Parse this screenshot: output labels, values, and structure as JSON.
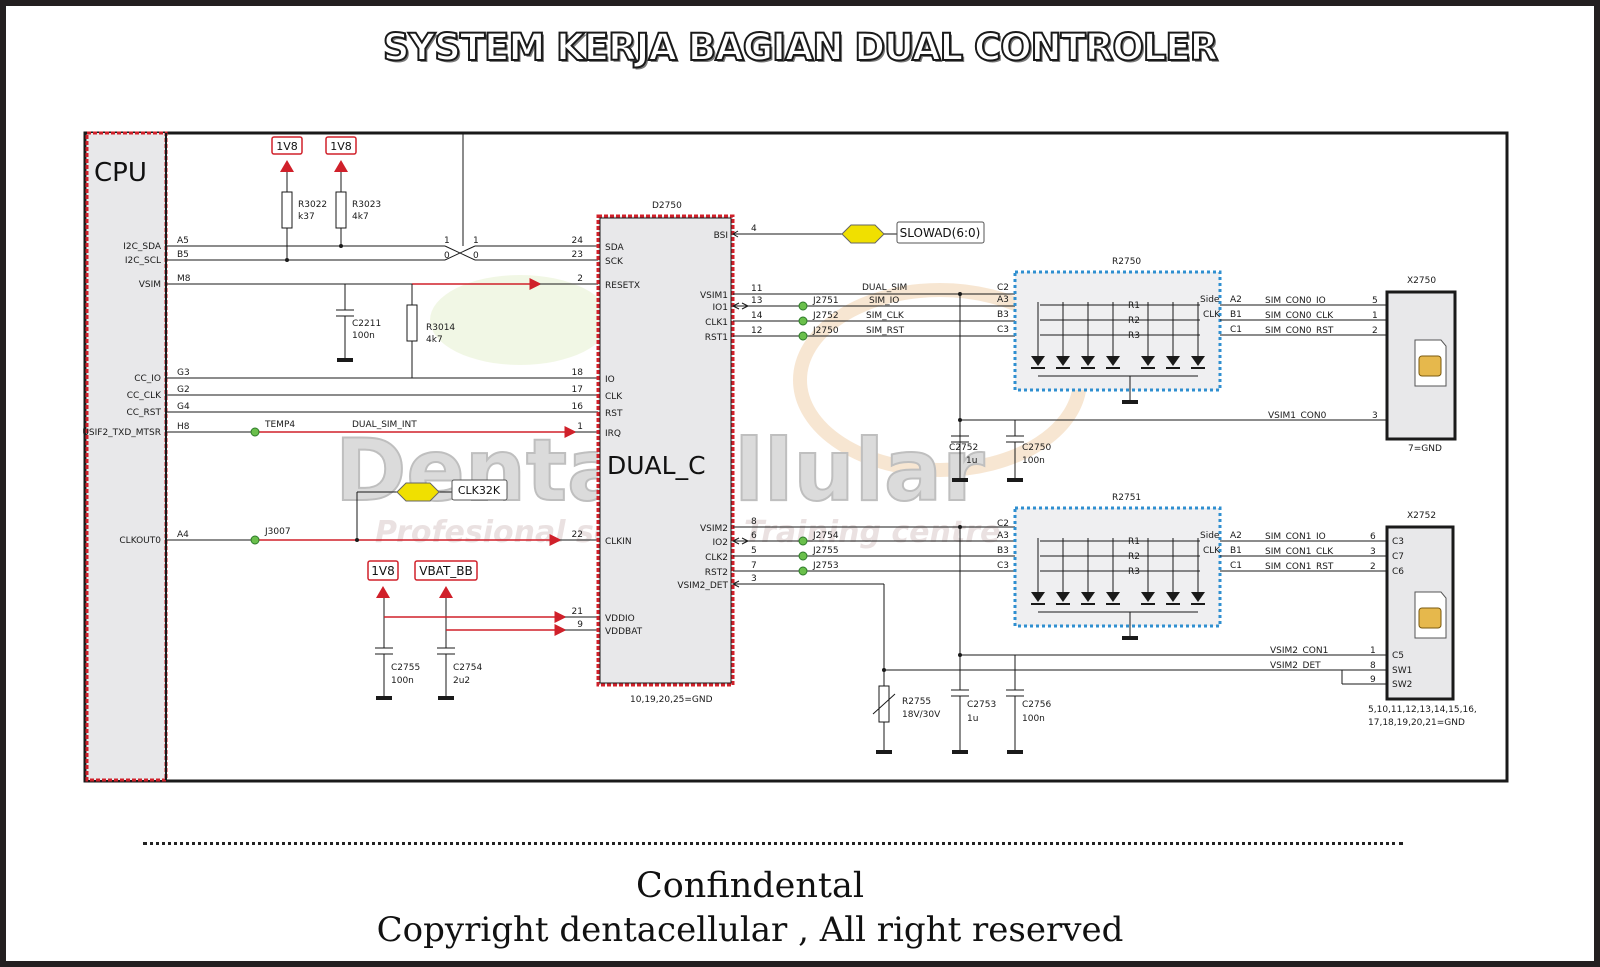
{
  "title": "SYSTEM KERJA BAGIAN  DUAL CONTROLER",
  "watermark": {
    "logo_name": "Dentacellular",
    "tagline": "Profesional service & Training centre"
  },
  "cpu": {
    "label": "CPU",
    "pins": [
      {
        "net": "I2C_SDA",
        "pin": "A5"
      },
      {
        "net": "I2C_SCL",
        "pin": "B5"
      },
      {
        "net": "VSIM",
        "pin": "M8"
      },
      {
        "net": "CC_IO",
        "pin": "G3"
      },
      {
        "net": "CC_CLK",
        "pin": "G2"
      },
      {
        "net": "CC_RST",
        "pin": "G4"
      },
      {
        "net": "USIF2_TXD_MTSR",
        "pin": "H8"
      },
      {
        "net": "CLKOUT0",
        "pin": "A4"
      }
    ]
  },
  "power_tags": {
    "v1": "1V8",
    "v2": "1V8",
    "v3": "1V8",
    "vbat": "VBAT_BB"
  },
  "resistors": {
    "r3022": {
      "ref": "R3022",
      "val": "k37"
    },
    "r3023": {
      "ref": "R3023",
      "val": "4k7"
    },
    "r3014": {
      "ref": "R3014",
      "val": "4k7"
    },
    "r2755": {
      "ref": "R2755",
      "val": "18V/30V"
    }
  },
  "caps": {
    "c2211": {
      "ref": "C2211",
      "val": "100n"
    },
    "c2755": {
      "ref": "C2755",
      "val": "100n"
    },
    "c2754": {
      "ref": "C2754",
      "val": "2u2"
    },
    "c2752": {
      "ref": "C2752",
      "val": "1u"
    },
    "c2750": {
      "ref": "C2750",
      "val": "100n"
    },
    "c2753": {
      "ref": "C2753",
      "val": "1u"
    },
    "c2756": {
      "ref": "C2756",
      "val": "100n"
    }
  },
  "nets": {
    "temp4": "TEMP4",
    "dual_sim_int": "DUAL_SIM_INT",
    "j3007": "J3007",
    "clk32k": "CLK32K",
    "slowad": "SLOWAD(6:0)",
    "dual_sim": "DUAL_SIM",
    "sim_io": "SIM_IO",
    "sim_clk": "SIM_CLK",
    "sim_rst": "SIM_RST",
    "j2751": "J2751",
    "j2752": "J2752",
    "j2750": "J2750",
    "j2754": "J2754",
    "j2755": "J2755",
    "j2753": "J2753",
    "vsim1_con0": "VSIM1_CON0",
    "vsim2_con1": "VSIM2_CON1",
    "vsim2_det": "VSIM2_DET",
    "bus_1a": "1",
    "bus_1b": "1",
    "bus_0a": "0",
    "bus_0b": "0"
  },
  "ic": {
    "ref": "D2750",
    "name": "DUAL_C",
    "gnd_note": "10,19,20,25=GND",
    "left_pins": [
      {
        "num": "24",
        "name": "SDA"
      },
      {
        "num": "23",
        "name": "SCK"
      },
      {
        "num": "2",
        "name": "RESETX"
      },
      {
        "num": "18",
        "name": "IO"
      },
      {
        "num": "17",
        "name": "CLK"
      },
      {
        "num": "16",
        "name": "RST"
      },
      {
        "num": "1",
        "name": "IRQ"
      },
      {
        "num": "22",
        "name": "CLKIN"
      },
      {
        "num": "21",
        "name": "VDDIO"
      },
      {
        "num": "9",
        "name": "VDDBAT"
      }
    ],
    "right_pins": [
      {
        "num": "4",
        "name": "BSI"
      },
      {
        "num": "11",
        "name": "VSIM1"
      },
      {
        "num": "13",
        "name": "IO1"
      },
      {
        "num": "14",
        "name": "CLK1"
      },
      {
        "num": "12",
        "name": "RST1"
      },
      {
        "num": "8",
        "name": "VSIM2"
      },
      {
        "num": "6",
        "name": "IO2"
      },
      {
        "num": "5",
        "name": "CLK2"
      },
      {
        "num": "7",
        "name": "RST2"
      },
      {
        "num": "3",
        "name": "VSIM2_DET"
      }
    ]
  },
  "r2750": {
    "ref": "R2750",
    "left_pins": [
      "C2",
      "A3",
      "B3",
      "C3"
    ],
    "inner": [
      "R1",
      "R2",
      "R3"
    ],
    "side": "Side",
    "clk": "CLK",
    "right_pins": [
      "A2",
      "B1",
      "C1"
    ]
  },
  "r2751": {
    "ref": "R2751",
    "left_pins": [
      "C2",
      "A3",
      "B3",
      "C3"
    ],
    "inner": [
      "R1",
      "R2",
      "R3"
    ],
    "side": "Side",
    "clk": "CLK",
    "right_pins": [
      "A2",
      "B1",
      "C1"
    ]
  },
  "x2750": {
    "ref": "X2750",
    "gnd_note": "7=GND",
    "rows": [
      {
        "net": "SIM_CON0_IO",
        "pin": "5"
      },
      {
        "net": "SIM_CON0_CLK",
        "pin": "1"
      },
      {
        "net": "SIM_CON0_RST",
        "pin": "2"
      },
      {
        "net": "VSIM1_CON0",
        "pin": "3"
      }
    ]
  },
  "x2752": {
    "ref": "X2752",
    "gnd_note_1": "5,10,11,12,13,14,15,16,",
    "gnd_note_2": "17,18,19,20,21=GND",
    "rows": [
      {
        "net": "SIM_CON1_IO",
        "pin": "6",
        "sim": "C3"
      },
      {
        "net": "SIM_CON1_CLK",
        "pin": "3",
        "sim": "C7"
      },
      {
        "net": "SIM_CON1_RST",
        "pin": "2",
        "sim": "C6"
      },
      {
        "net": "VSIM2_CON1",
        "pin": "1",
        "sim": "C5"
      },
      {
        "net": "VSIM2_DET",
        "pin": "8",
        "sim": "SW1"
      },
      {
        "net": "",
        "pin": "9",
        "sim": "SW2"
      }
    ]
  },
  "footer": {
    "line1": "Confindental",
    "line2": "Copyright dentacellular , All right reserved"
  }
}
